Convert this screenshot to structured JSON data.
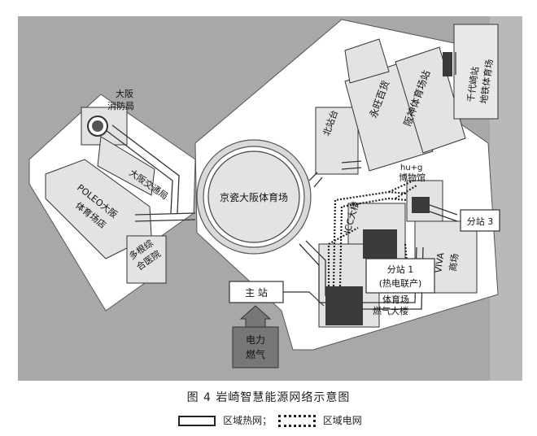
{
  "labels": {
    "fire_station": "大阪消防局",
    "transport_bureau": "大阪交通局",
    "poleo": "POLEO大阪体育场店",
    "hospital": "多根综合医院",
    "dome": "京瓷大阪体育场",
    "north_platform": "北站台",
    "aeon": "永旺百货",
    "hanshin_station": "阪神体育场站",
    "subway_station": "地铁体育场千代崎站",
    "museum": "hu+g博物馆",
    "icc": "ICC大楼",
    "viva": "VIVA商场",
    "gas_building": "体育场燃气大楼",
    "substation1": "分站1(热电联产)",
    "substation3": "分站3",
    "main_station": "主  站",
    "power_gas": "电力燃气"
  },
  "caption": "图 4  岩崎智慧能源网络示意图",
  "legend": {
    "heat": "区域热网；",
    "elec": "区域电网"
  },
  "colors": {
    "background_gray": "#a8a8a8",
    "site_white": "#ffffff",
    "building_gray": "#e3e3e3",
    "dark_block": "#3a3a3a",
    "power_box": "#777777"
  }
}
